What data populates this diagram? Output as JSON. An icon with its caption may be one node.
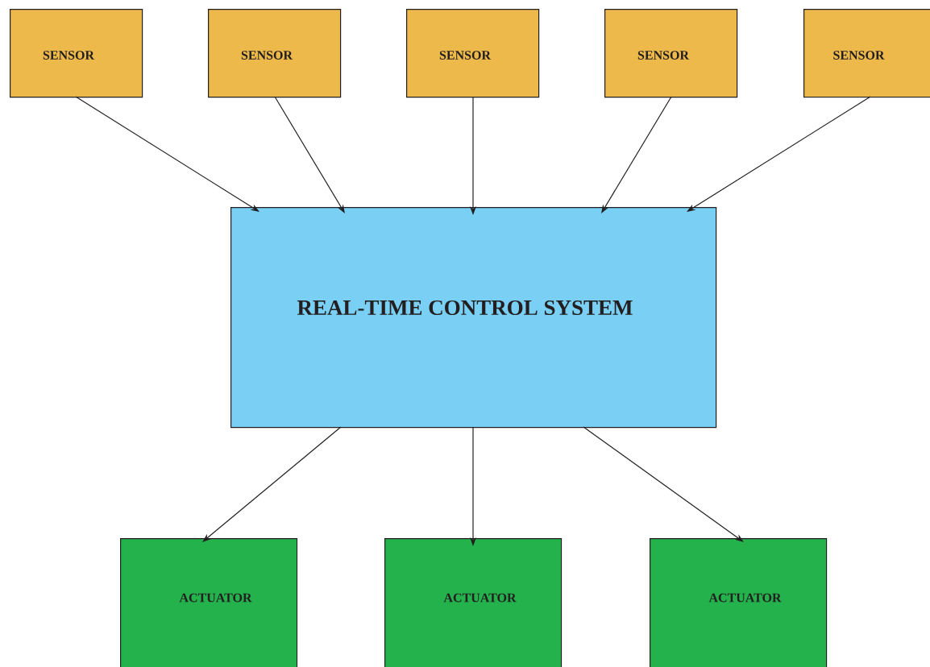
{
  "diagram": {
    "nodes": [
      {
        "text": [
          "SENSOR"
        ]
      },
      {
        "text": [
          "SENSOR"
        ]
      },
      {
        "text": [
          "SENSOR"
        ]
      },
      {
        "text": [
          "SENSOR"
        ]
      },
      {
        "text": [
          "SENSOR"
        ]
      },
      {
        "text": [
          "REAL-TIME CONTROL SYSTEM"
        ]
      },
      {
        "text": [
          "ACTUATOR"
        ]
      },
      {
        "text": [
          "ACTUATOR"
        ]
      },
      {
        "text": [
          "ACTUATOR"
        ]
      }
    ],
    "edges": [
      {
        "from": 0,
        "to": 5,
        "arrow": "to"
      },
      {
        "from": 1,
        "to": 5,
        "arrow": "to"
      },
      {
        "from": 2,
        "to": 5,
        "arrow": "to"
      },
      {
        "from": 3,
        "to": 5,
        "arrow": "to"
      },
      {
        "from": 4,
        "to": 5,
        "arrow": "to"
      },
      {
        "from": 5,
        "to": 6,
        "arrow": "to"
      },
      {
        "from": 5,
        "to": 7,
        "arrow": "to"
      },
      {
        "from": 5,
        "to": 8,
        "arrow": "to"
      }
    ]
  }
}
